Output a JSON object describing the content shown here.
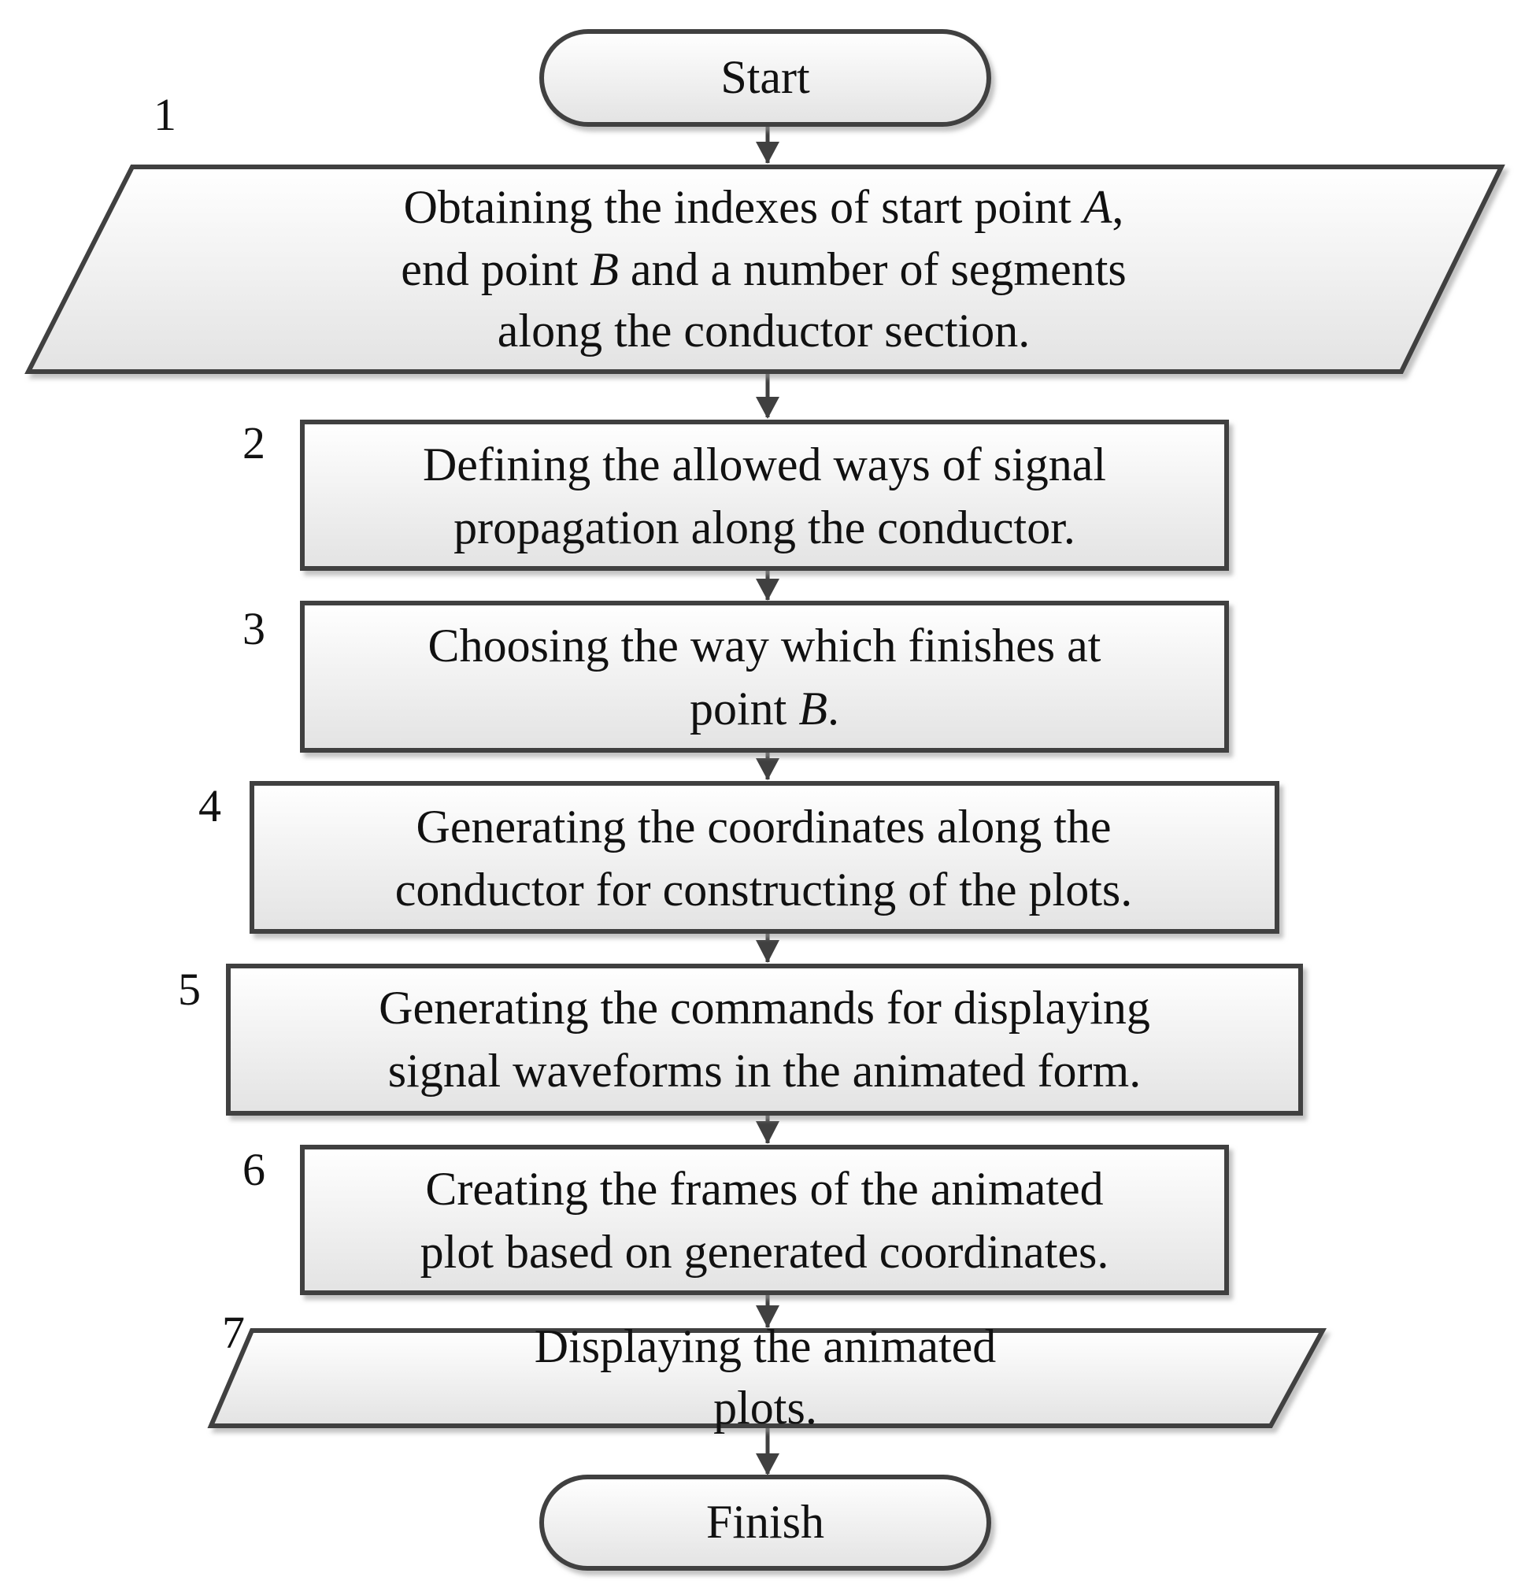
{
  "nodes": {
    "start": {
      "label": "Start"
    },
    "step1": {
      "number": "1",
      "lines": [
        "Obtaining the indexes of start point ",
        "A",
        ",",
        "end point ",
        "B",
        " and a number of segments",
        "along the conductor section."
      ]
    },
    "step2": {
      "number": "2",
      "lines": [
        "Defining the allowed ways of signal",
        "propagation along the conductor."
      ]
    },
    "step3": {
      "number": "3",
      "lines": [
        "Choosing the way which finishes at",
        "point ",
        "B",
        "."
      ]
    },
    "step4": {
      "number": "4",
      "lines": [
        "Generating the coordinates along the",
        "conductor for constructing of the plots."
      ]
    },
    "step5": {
      "number": "5",
      "lines": [
        "Generating the commands for displaying",
        "signal waveforms in the animated form."
      ]
    },
    "step6": {
      "number": "6",
      "lines": [
        "Creating the frames of the animated",
        "plot based on generated coordinates."
      ]
    },
    "step7": {
      "number": "7",
      "lines": [
        "Displaying the animated",
        "plots."
      ]
    },
    "finish": {
      "label": "Finish"
    }
  }
}
